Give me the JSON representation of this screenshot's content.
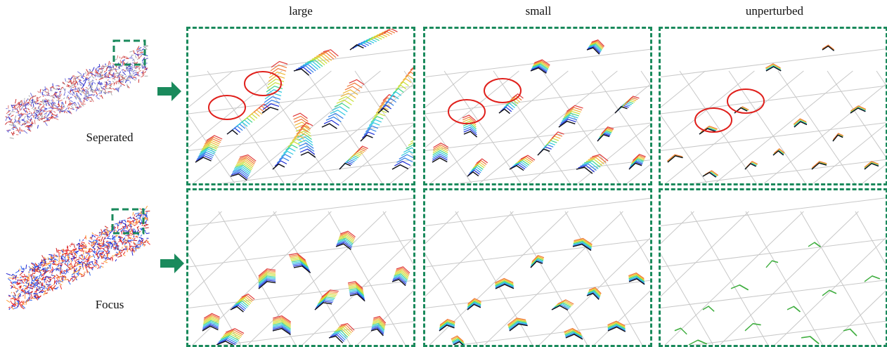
{
  "columns": [
    "large",
    "small",
    "unperturbed"
  ],
  "rows": [
    {
      "label": "Seperated"
    },
    {
      "label": "Focus"
    }
  ],
  "colors": {
    "dashed_frame": "#1a8a5c",
    "arrow": "#1a8a5c",
    "highlight_circle": "#e0201c",
    "mesh_line": "#c8c8c8",
    "unperturbed_focus": "#3fae3f"
  },
  "icons": [
    "right-arrow-icon",
    "dashed-zoom-box",
    "red-highlight-circle"
  ]
}
